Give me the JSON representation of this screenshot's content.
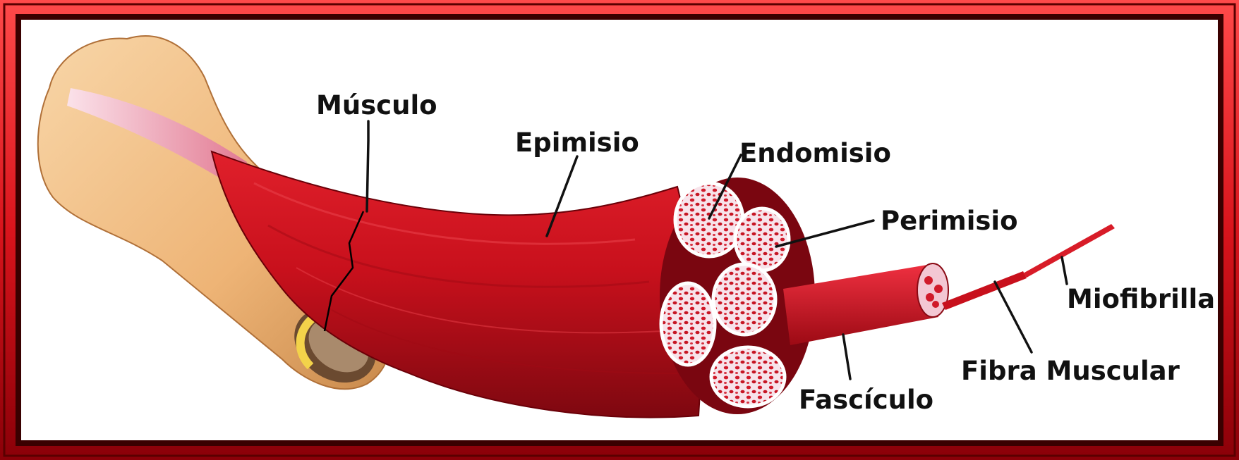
{
  "labels": {
    "musculo": "Músculo",
    "epimisio": "Epimisio",
    "endomisio": "Endomisio",
    "perimisio": "Perimisio",
    "miofibrilla": "Miofibrilla",
    "fibra_muscular": "Fibra Muscular",
    "fasciculo": "Fascículo"
  },
  "colors": {
    "frame": "#d9141c",
    "frame_dark": "#7a0000",
    "muscle": "#c8101c",
    "muscle_dark": "#8e0a12",
    "bone": "#f2c18a",
    "tendon": "#f3c3d0",
    "fascicle_fill": "#f7dfe8",
    "text": "#111111"
  }
}
